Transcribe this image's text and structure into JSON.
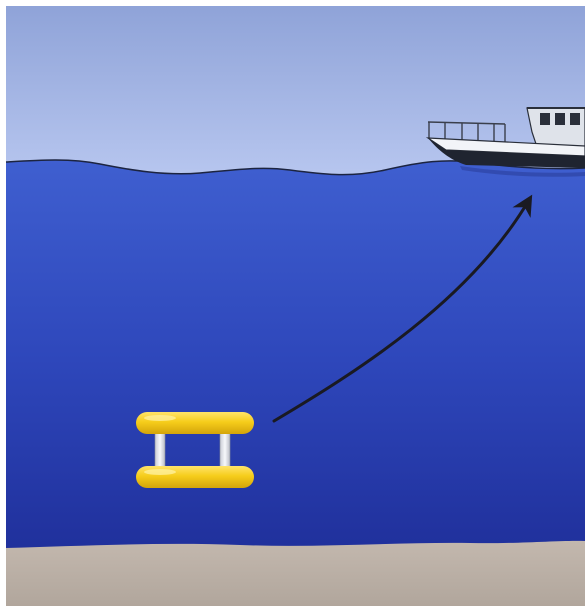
{
  "scene": {
    "objects": [
      "sky",
      "sea-surface",
      "ocean",
      "seafloor",
      "vessel",
      "float-device",
      "ascent-arrow"
    ]
  },
  "colors": {
    "sky_top": "#8fa3d8",
    "sky_bottom": "#b7c6ef",
    "ocean_top": "#3f5fd0",
    "ocean_bottom": "#1f2f9a",
    "seafloor": "#b9aea5",
    "device_yellow": "#f6cd1b",
    "device_struts": "#e9ebef",
    "arrow": "#1a1a22",
    "hull_dark": "#1f2430",
    "hull_white": "#f2f4f8"
  },
  "icons": [
    "boat-icon",
    "float-device-icon",
    "arrow-icon"
  ]
}
